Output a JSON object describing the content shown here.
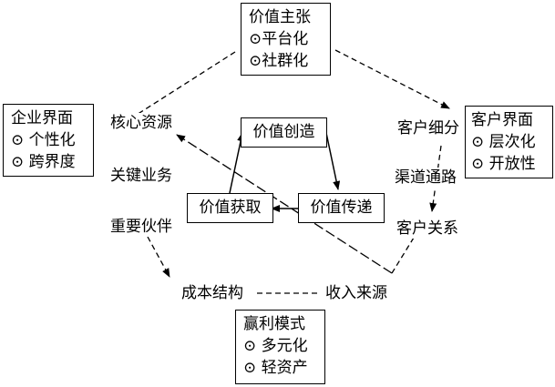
{
  "corner_boxes": {
    "top": {
      "title": "价值主张",
      "items": [
        "⊙平台化",
        "⊙社群化"
      ]
    },
    "left": {
      "title": "企业界面",
      "items": [
        "⊙ 个性化",
        "⊙ 跨界度"
      ]
    },
    "right": {
      "title": "客户界面",
      "items": [
        "⊙ 层次化",
        "⊙ 开放性"
      ]
    },
    "bottom": {
      "title": "赢利模式",
      "items": [
        "⊙ 多元化",
        "⊙ 轻资产"
      ]
    }
  },
  "elements": {
    "key_resources": "核心资源",
    "key_activities": "关键业务",
    "key_partners": "重要伙伴",
    "customer_segments": "客户细分",
    "channels": "渠道通路",
    "customer_relationships": "客户关系",
    "cost_structure": "成本结构",
    "revenue_streams": "收入来源"
  },
  "core_cycle": {
    "value_creation": "价值创造",
    "value_delivery": "价值传递",
    "value_capture": "价值获取"
  }
}
